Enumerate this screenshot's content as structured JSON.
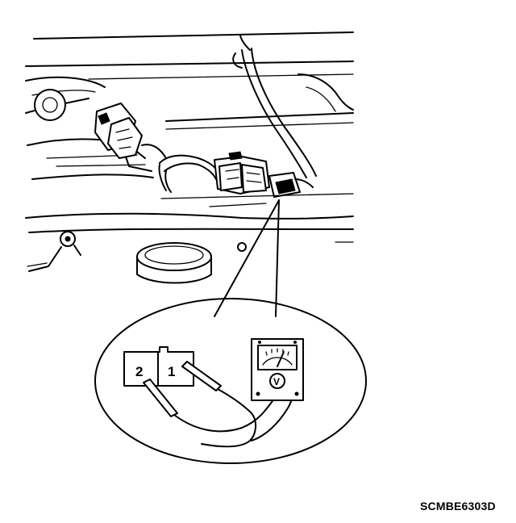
{
  "figure": {
    "code": "SCMBE6303D"
  },
  "connector": {
    "pins": [
      {
        "label": "2"
      },
      {
        "label": "1"
      }
    ]
  },
  "meter": {
    "symbol": "V"
  }
}
